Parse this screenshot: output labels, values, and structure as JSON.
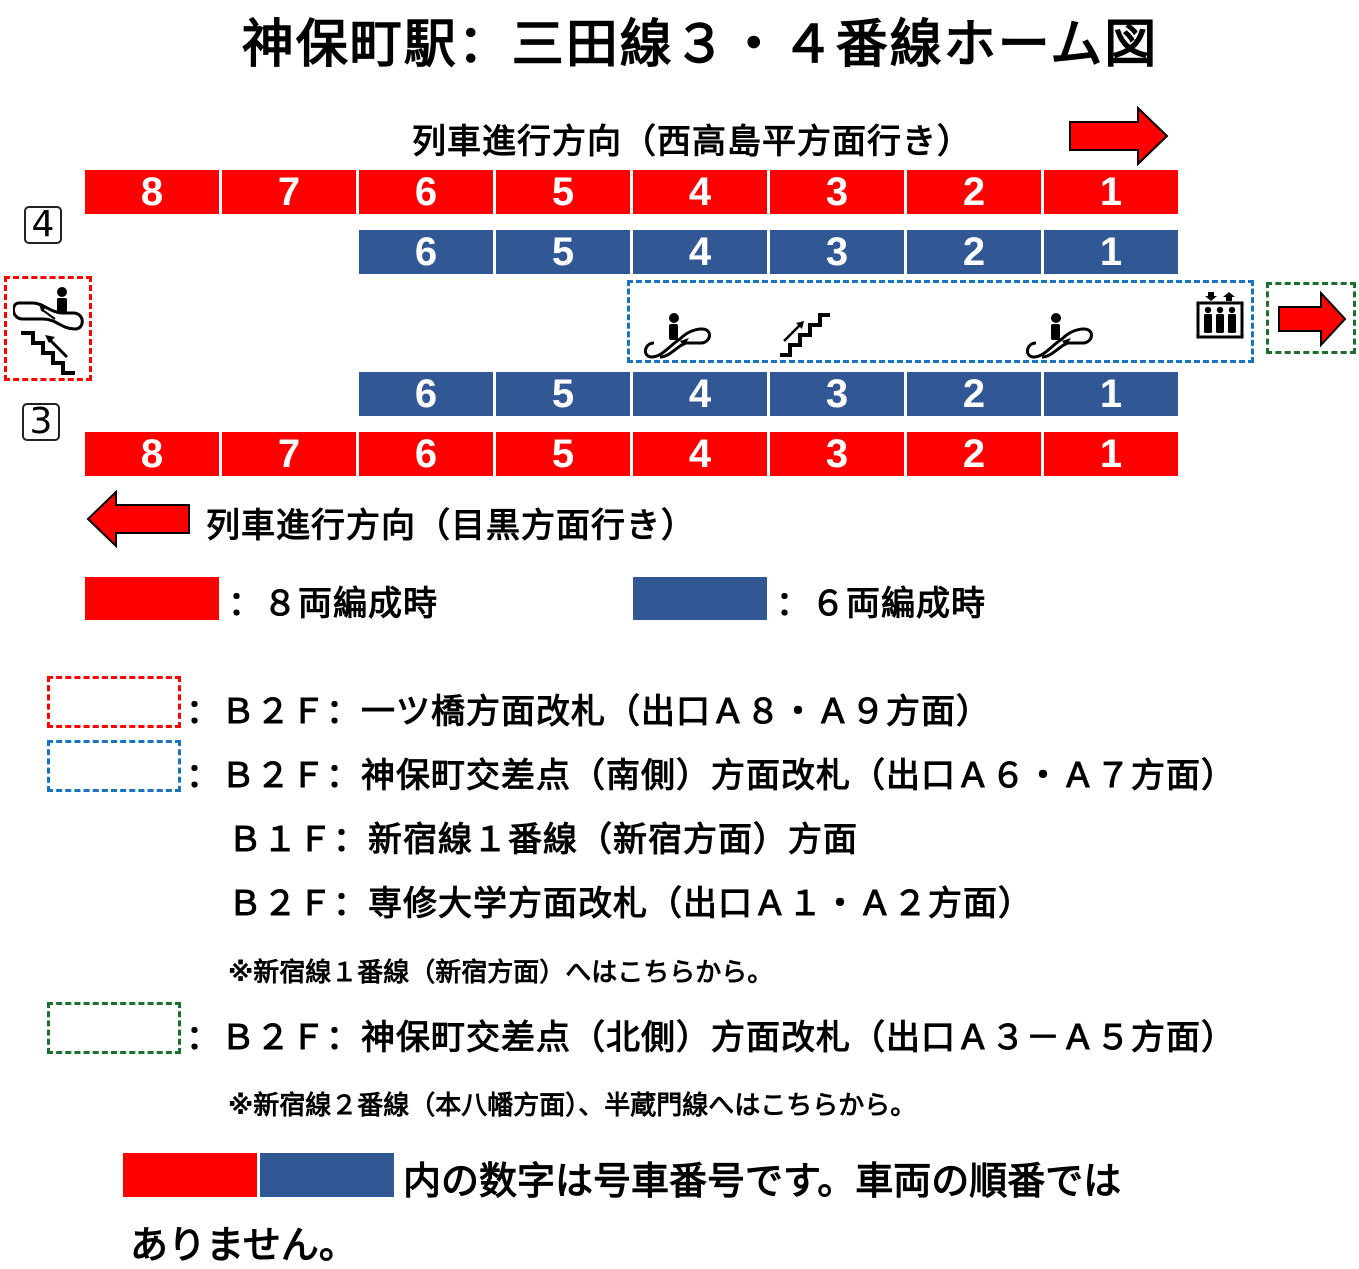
{
  "title": "神保町駅：三田線３・４番線ホーム図",
  "direction_top": {
    "label": "列車進行方向（西高島平方面行き）",
    "arrow": "right-arrow"
  },
  "direction_bottom": {
    "label": "列車進行方向（目黒方面行き）",
    "arrow": "left-arrow"
  },
  "tracks": {
    "track4": {
      "number": "4",
      "cars_8": [
        "8",
        "7",
        "6",
        "5",
        "4",
        "3",
        "2",
        "1"
      ],
      "cars_6": [
        "6",
        "5",
        "4",
        "3",
        "2",
        "1"
      ]
    },
    "track3": {
      "number": "3",
      "cars_6": [
        "6",
        "5",
        "4",
        "3",
        "2",
        "1"
      ],
      "cars_8": [
        "8",
        "7",
        "6",
        "5",
        "4",
        "3",
        "2",
        "1"
      ]
    }
  },
  "platform_icons": {
    "left_box": [
      "escalator-icon",
      "stairs-up-icon"
    ],
    "center_box": [
      "escalator-icon",
      "stairs-up-icon",
      "escalator-icon",
      "elevator-icon"
    ],
    "right_box": [
      "right-arrow"
    ]
  },
  "colors": {
    "eight_car": "#ff0000",
    "six_car": "#325795",
    "red_dash": "#ff0000",
    "blue_dash": "#1a73c0",
    "green_dash": "#1e6e2e"
  },
  "legend": {
    "eight_car_label": "：８両編成時",
    "six_car_label": "：６両編成時"
  },
  "exits": {
    "red": {
      "line1": "：Ｂ２Ｆ：一ツ橋方面改札（出口Ａ８・Ａ９方面）"
    },
    "blue": {
      "line1": "：Ｂ２Ｆ：神保町交差点（南側）方面改札（出口Ａ６・Ａ７方面）",
      "line2": "Ｂ１Ｆ：新宿線１番線（新宿方面）方面",
      "line3": "Ｂ２Ｆ：専修大学方面改札（出口Ａ１・Ａ２方面）",
      "note": "※新宿線１番線（新宿方面）へはこちらから。"
    },
    "green": {
      "line1": "：Ｂ２Ｆ：神保町交差点（北側）方面改札（出口Ａ３－Ａ５方面）",
      "note": "※新宿線２番線（本八幡方面）、半蔵門線へはこちらから。"
    }
  },
  "footer": {
    "line1": "内の数字は号車番号です。車両の順番では",
    "line2": "ありません。"
  }
}
